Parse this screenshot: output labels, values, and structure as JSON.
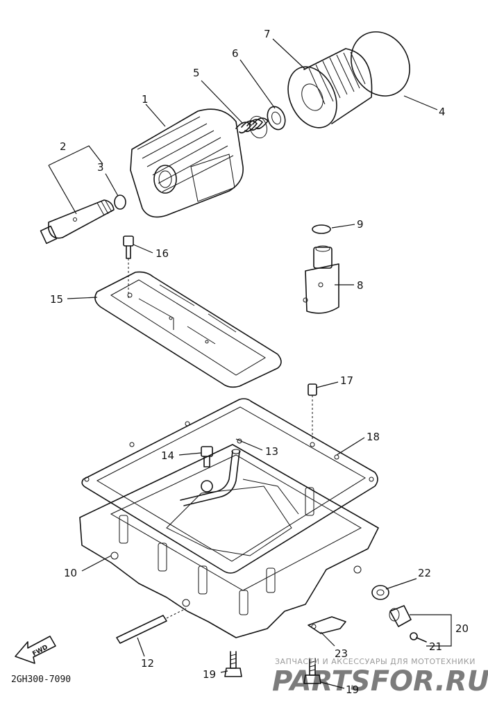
{
  "diagram": {
    "callouts": [
      "1",
      "2",
      "3",
      "4",
      "5",
      "6",
      "7",
      "8",
      "9",
      "10",
      "12",
      "13",
      "14",
      "15",
      "16",
      "17",
      "18",
      "19",
      "19",
      "20",
      "21",
      "22",
      "23"
    ],
    "figure_code": "2GH300-7090",
    "direction_label": "FWD"
  },
  "watermark": {
    "tagline": "ЗАПЧАСТИ И АКСЕССУАРЫ ДЛЯ МОТОТЕХНИКИ",
    "logo_text": "PARTSFOR.RU",
    "color": "#e8434f"
  }
}
